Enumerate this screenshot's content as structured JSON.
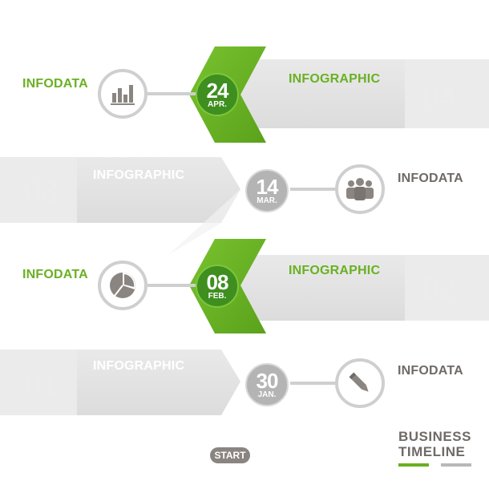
{
  "rows": [
    {
      "label": "INFOGRAPHIC",
      "side_label": "INFODATA",
      "number": "04",
      "day": "24",
      "month": "APR.",
      "icon": "bar-chart-icon"
    },
    {
      "label": "INFOGRAPHIC",
      "side_label": "INFODATA",
      "number": "03",
      "day": "14",
      "month": "MAR.",
      "icon": "people-icon"
    },
    {
      "label": "INFOGRAPHIC",
      "side_label": "INFODATA",
      "number": "02",
      "day": "08",
      "month": "FEB.",
      "icon": "pie-chart-icon"
    },
    {
      "label": "INFOGRAPHIC",
      "side_label": "INFODATA",
      "number": "01",
      "day": "30",
      "month": "JAN.",
      "icon": "pencil-icon"
    }
  ],
  "start_label": "START",
  "brand": {
    "line1": "BUSINESS",
    "line2": "TIMELINE"
  },
  "colors": {
    "green": "#6ab023",
    "green_dark": "#3e8f1f",
    "gray_band": "#e3e3e3",
    "text_gray": "#6f6a66",
    "icon_gray": "#8a8580"
  }
}
